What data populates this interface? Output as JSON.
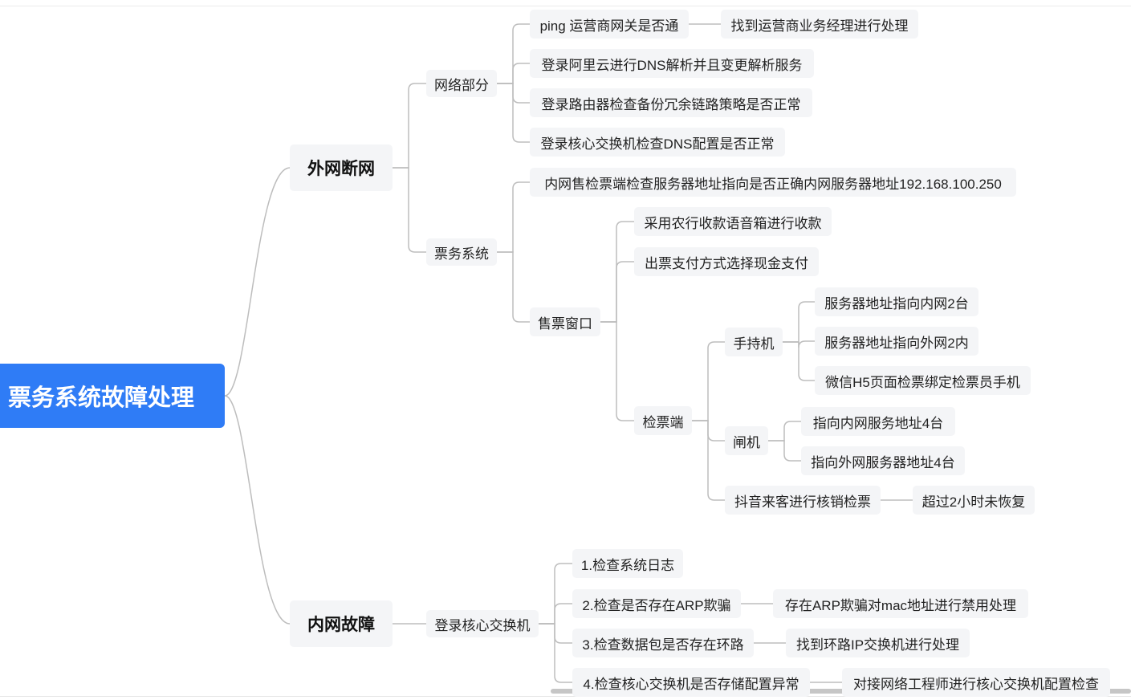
{
  "mindmap": {
    "id": "root",
    "label": "票务系统故障处理",
    "children": [
      {
        "id": "n1",
        "label": "外网断网",
        "children": [
          {
            "id": "n1a",
            "label": "网络部分",
            "children": [
              {
                "id": "n1a1",
                "label": "ping 运营商网关是否通",
                "children": [
                  {
                    "id": "n1a1a",
                    "label": "找到运营商业务经理进行处理"
                  }
                ]
              },
              {
                "id": "n1a2",
                "label": "登录阿里云进行DNS解析并且变更解析服务"
              },
              {
                "id": "n1a3",
                "label": "登录路由器检查备份冗余链路策略是否正常"
              },
              {
                "id": "n1a4",
                "label": "登录核心交换机检查DNS配置是否正常"
              }
            ]
          },
          {
            "id": "n1b",
            "label": "票务系统",
            "children": [
              {
                "id": "n1b1",
                "label": "内网售检票端检查服务器地址指向是否正确内网服务器地址192.168.100.250"
              },
              {
                "id": "n1b2",
                "label": "售票窗口",
                "children": [
                  {
                    "id": "n1b2a",
                    "label": "采用农行收款语音箱进行收款"
                  },
                  {
                    "id": "n1b2b",
                    "label": "出票支付方式选择现金支付"
                  },
                  {
                    "id": "n1b2c",
                    "label": "检票端",
                    "children": [
                      {
                        "id": "n1b2c1",
                        "label": "手持机",
                        "children": [
                          {
                            "id": "n1b2c1a",
                            "label": "服务器地址指向内网2台"
                          },
                          {
                            "id": "n1b2c1b",
                            "label": "服务器地址指向外网2内"
                          },
                          {
                            "id": "n1b2c1c",
                            "label": "微信H5页面检票绑定检票员手机"
                          }
                        ]
                      },
                      {
                        "id": "n1b2c2",
                        "label": "闸机",
                        "children": [
                          {
                            "id": "n1b2c2a",
                            "label": "指向内网服务地址4台"
                          },
                          {
                            "id": "n1b2c2b",
                            "label": "指向外网服务器地址4台"
                          }
                        ]
                      },
                      {
                        "id": "n1b2c3",
                        "label": "抖音来客进行核销检票",
                        "children": [
                          {
                            "id": "n1b2c3a",
                            "label": "超过2小时未恢复"
                          }
                        ]
                      }
                    ]
                  }
                ]
              }
            ]
          }
        ]
      },
      {
        "id": "n2",
        "label": "内网故障",
        "children": [
          {
            "id": "n2a",
            "label": "登录核心交换机",
            "children": [
              {
                "id": "n2a1",
                "label": "1.检查系统日志"
              },
              {
                "id": "n2a2",
                "label": "2.检查是否存在ARP欺骗",
                "children": [
                  {
                    "id": "n2a2a",
                    "label": "存在ARP欺骗对mac地址进行禁用处理"
                  }
                ]
              },
              {
                "id": "n2a3",
                "label": "3.检查数据包是否存在环路",
                "children": [
                  {
                    "id": "n2a3a",
                    "label": "找到环路IP交换机进行处理"
                  }
                ]
              },
              {
                "id": "n2a4",
                "label": "4.检查核心交换机是否存储配置异常",
                "children": [
                  {
                    "id": "n2a4a",
                    "label": "对接网络工程师进行核心交换机配置检查"
                  }
                ]
              }
            ]
          }
        ]
      }
    ]
  },
  "colors": {
    "root_fill": "#2f7cf6",
    "node_fill": "#f4f5f7",
    "edge": "#bdbdbd",
    "text": "#222222"
  }
}
